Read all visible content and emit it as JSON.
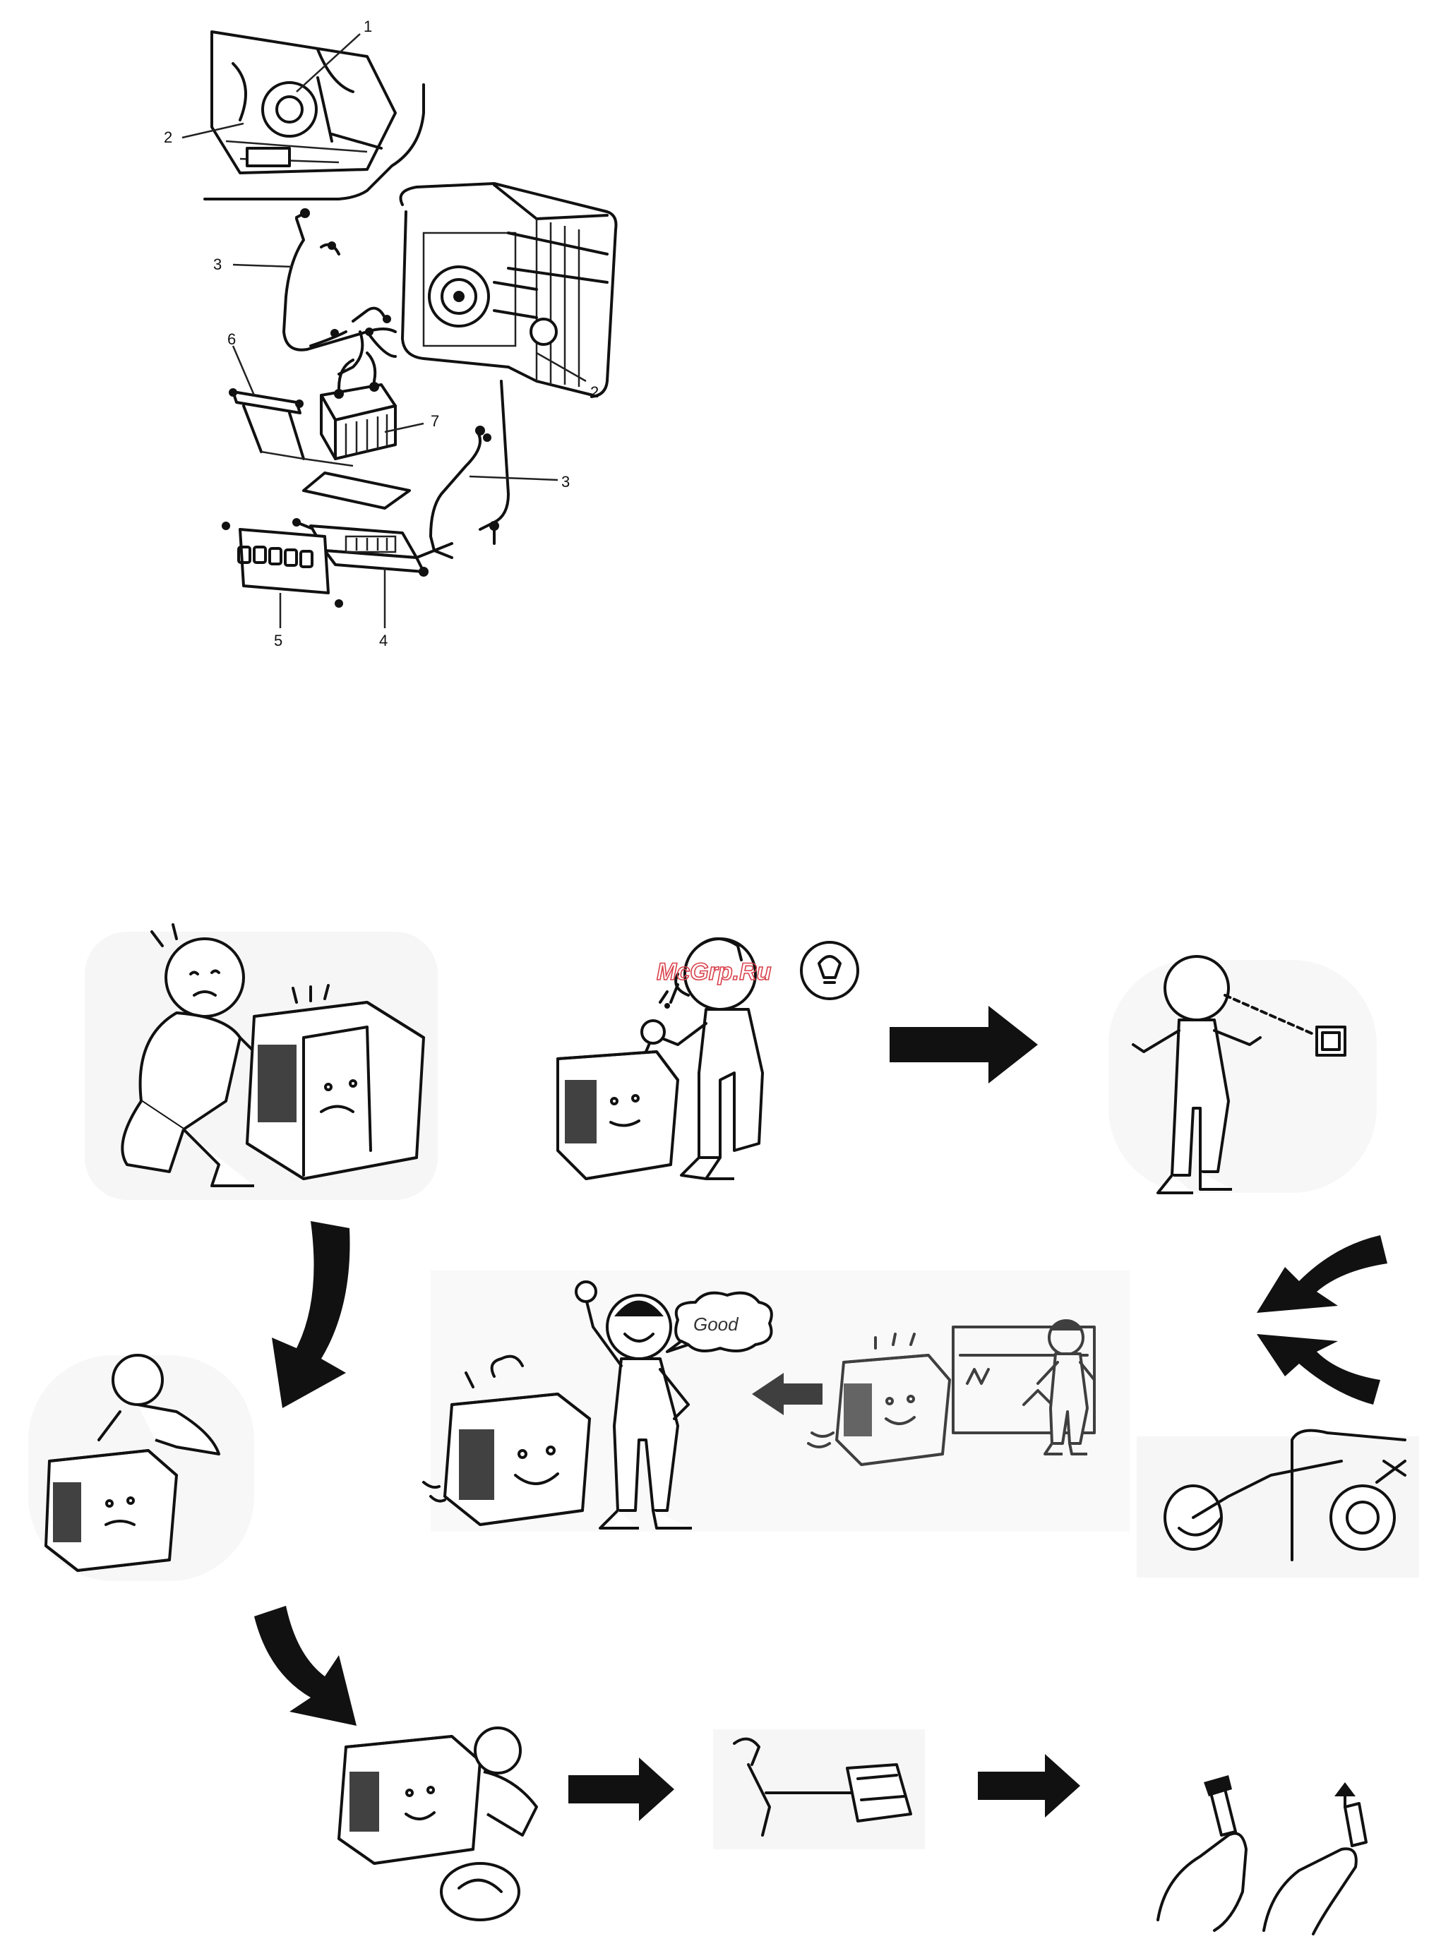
{
  "diagram": {
    "callouts": [
      {
        "label": "1"
      },
      {
        "label": "2"
      },
      {
        "label": "3"
      },
      {
        "label": "6"
      },
      {
        "label": "7"
      },
      {
        "label": "2"
      },
      {
        "label": "3"
      },
      {
        "label": "5"
      },
      {
        "label": "4"
      }
    ]
  },
  "watermark": "McGrp.Ru",
  "speech_bubble": "Good",
  "colors": {
    "ink": "#111111",
    "watermark": "#d9414b",
    "background": "#ffffff"
  }
}
